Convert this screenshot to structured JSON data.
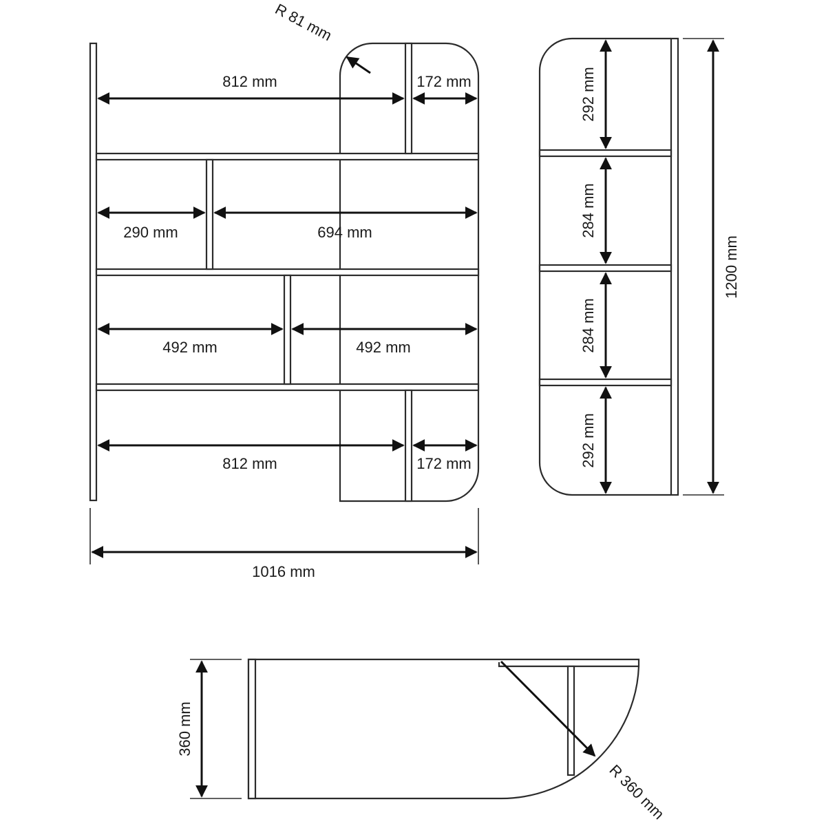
{
  "front_view": {
    "radius_label": "R 81 mm",
    "top_left_width": "812 mm",
    "top_right_width": "172 mm",
    "row2_left_width": "290 mm",
    "row2_right_width": "694 mm",
    "row3_left_width": "492 mm",
    "row3_right_width": "492 mm",
    "bottom_left_width": "812 mm",
    "bottom_right_width": "172 mm",
    "overall_width": "1016 mm"
  },
  "side_view": {
    "shelf_1_height": "292 mm",
    "shelf_2_height": "284 mm",
    "shelf_3_height": "284 mm",
    "shelf_4_height": "292 mm",
    "overall_height": "1200 mm"
  },
  "top_view": {
    "depth": "360 mm",
    "radius_label": "R 360 mm"
  }
}
